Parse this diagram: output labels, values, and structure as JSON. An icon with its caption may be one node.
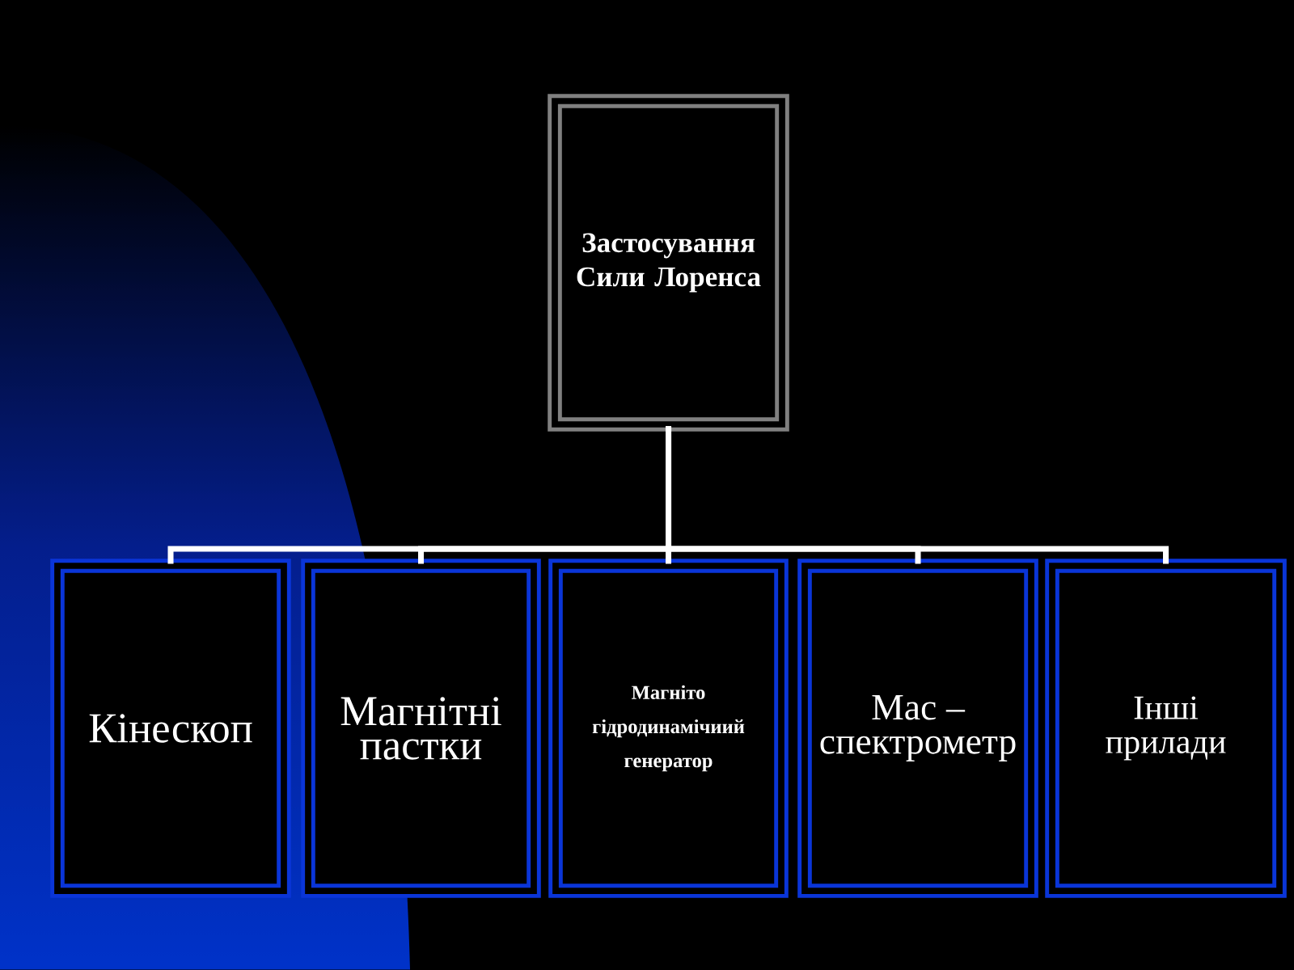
{
  "diagram": {
    "nodes": [
      {
        "text": [
          "Застосування Сили Лоренса"
        ]
      },
      {
        "text": [
          "Кінескоп"
        ]
      },
      {
        "text": [
          "Магнітні пастки"
        ]
      },
      {
        "text": [
          "Магніто гідродинамічиий генератор"
        ]
      },
      {
        "text": [
          "Мас – спектрометр"
        ]
      },
      {
        "text": [
          "Інші прилади"
        ]
      }
    ],
    "edges": [
      {
        "from": 0,
        "to": 1,
        "arrow": "none"
      },
      {
        "from": 0,
        "to": 2,
        "arrow": "none"
      },
      {
        "from": 0,
        "to": 3,
        "arrow": "none"
      },
      {
        "from": 0,
        "to": 4,
        "arrow": "none"
      },
      {
        "from": 0,
        "to": 5,
        "arrow": "none"
      }
    ]
  }
}
